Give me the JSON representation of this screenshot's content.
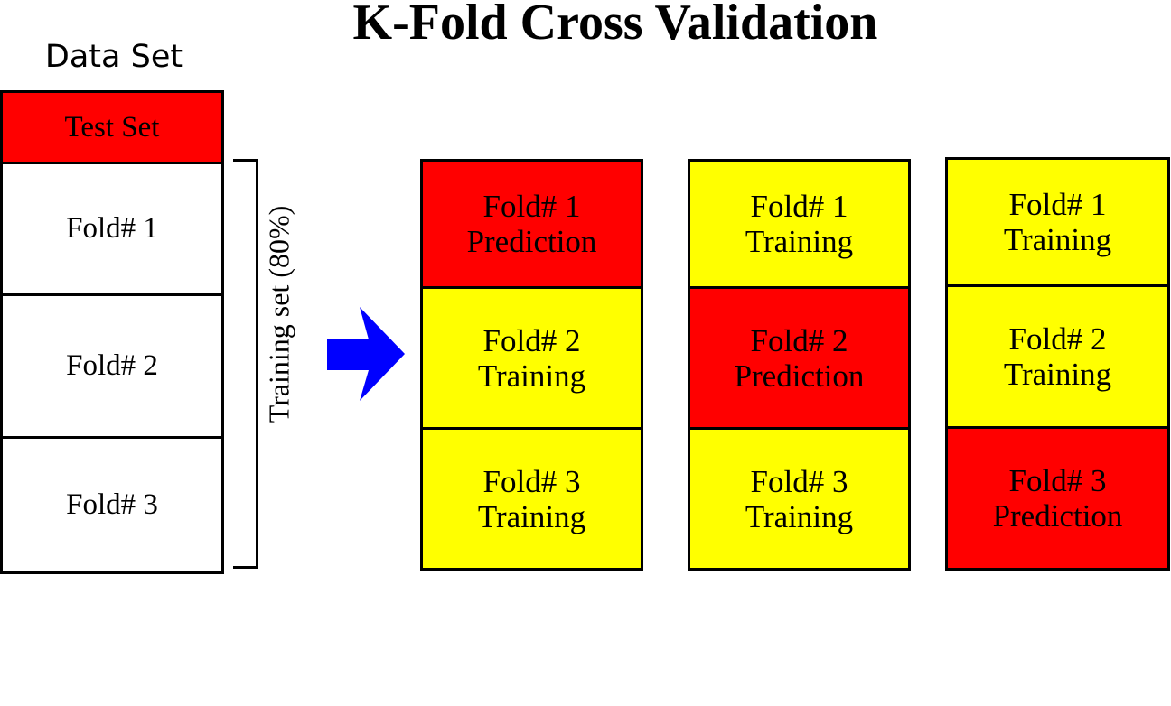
{
  "title": "K-Fold Cross Validation",
  "dataset": {
    "label": "Data Set",
    "cells": [
      "Test Set",
      "Fold# 1",
      "Fold# 2",
      "Fold# 3"
    ]
  },
  "training_label": "Training set (80%)",
  "colors": {
    "prediction": "#ff0000",
    "training": "#ffff00",
    "test": "#ff0000",
    "arrow": "#0000ff"
  },
  "iterations": [
    {
      "cells": [
        {
          "fold": "Fold# 1",
          "role": "Prediction"
        },
        {
          "fold": "Fold# 2",
          "role": "Training"
        },
        {
          "fold": "Fold# 3",
          "role": "Training"
        }
      ]
    },
    {
      "cells": [
        {
          "fold": "Fold# 1",
          "role": "Training"
        },
        {
          "fold": "Fold# 2",
          "role": "Prediction"
        },
        {
          "fold": "Fold# 3",
          "role": "Training"
        }
      ]
    },
    {
      "cells": [
        {
          "fold": "Fold# 1",
          "role": "Training"
        },
        {
          "fold": "Fold# 2",
          "role": "Training"
        },
        {
          "fold": "Fold# 3",
          "role": "Prediction"
        }
      ]
    }
  ]
}
